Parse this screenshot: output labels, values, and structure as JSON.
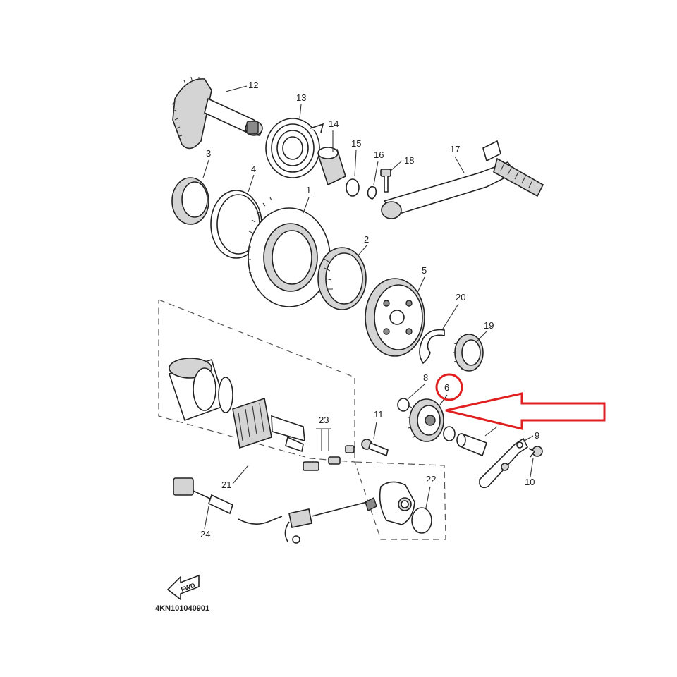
{
  "diagram_code": "4KN101040901",
  "fwd_label": "FWD",
  "highlight": {
    "part": "6",
    "color": "#e02020"
  },
  "labels": {
    "p1": "1",
    "p2": "2",
    "p3": "3",
    "p4": "4",
    "p5": "5",
    "p6": "6",
    "p8": "8",
    "p9": "9",
    "p10": "10",
    "p11": "11",
    "p12": "12",
    "p13": "13",
    "p14": "14",
    "p15": "15",
    "p16": "16",
    "p17": "17",
    "p18": "18",
    "p19": "19",
    "p20": "20",
    "p21": "21",
    "p22": "22",
    "p23": "23",
    "p24": "24"
  }
}
